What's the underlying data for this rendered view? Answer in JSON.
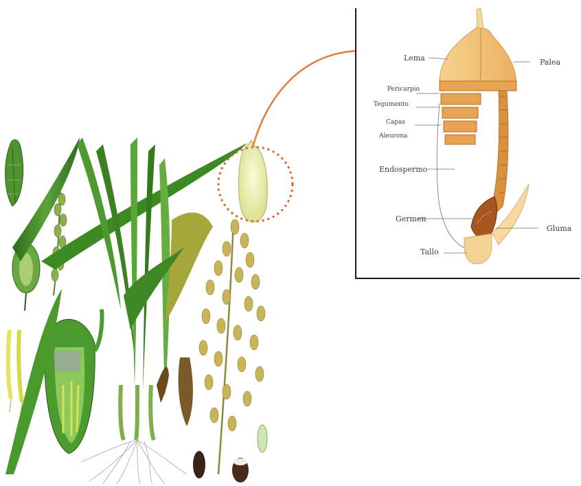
{
  "labels": {
    "lema": "Lema",
    "palea": "Palea",
    "pericarpio": "Pericarpio",
    "tegumento": "Tegumento",
    "capas": "Capas",
    "aleurona": "Aleurona",
    "endospermo": "Endospermo",
    "germen": "Germen",
    "gluma": "Gluma",
    "tallo": "Tallo"
  },
  "colors": {
    "callout_line": "#e07b39",
    "grain_highlight_circle": "#d9622b",
    "hull": "#f3c77d",
    "bran_layers": "#d68a34",
    "germ": "#a8561f",
    "leaf_green": "#3f7f2a",
    "panicle": "#c9b45a"
  }
}
